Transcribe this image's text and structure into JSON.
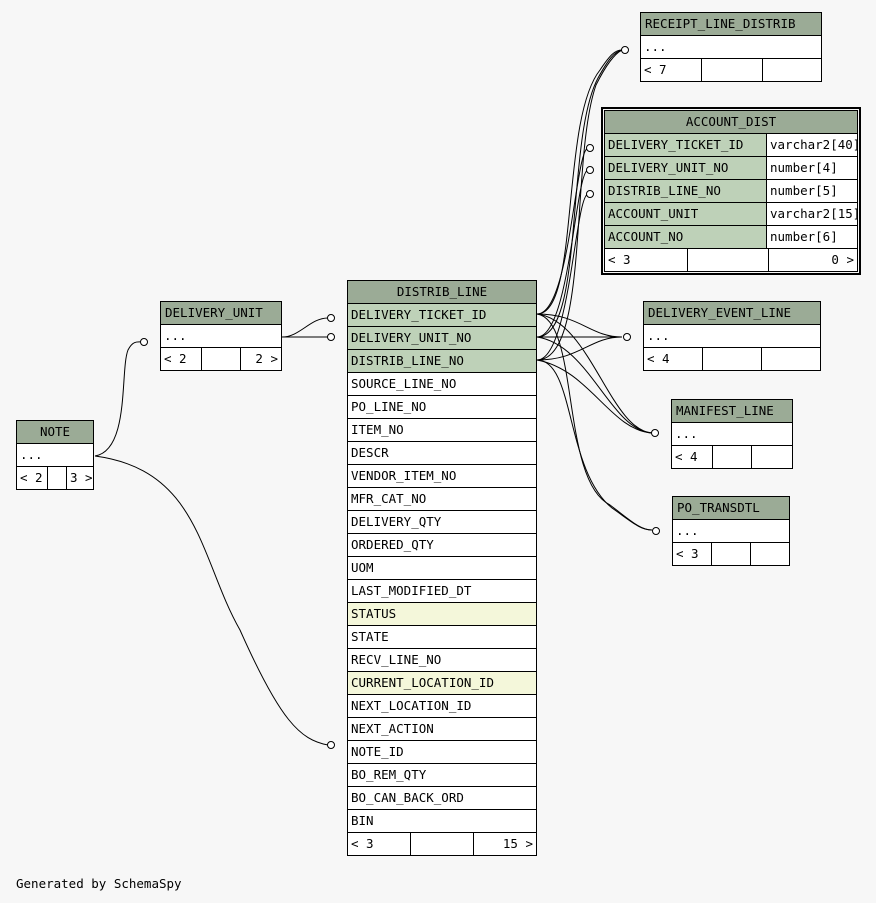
{
  "generated_by": "Generated by SchemaSpy",
  "tables": {
    "receipt_line_distrib": {
      "name": "RECEIPT_LINE_DISTRIB",
      "rows": [
        "..."
      ],
      "footer": [
        "< 7",
        "",
        ""
      ]
    },
    "account_dist": {
      "name": "ACCOUNT_DIST",
      "rows": [
        {
          "col": "DELIVERY_TICKET_ID",
          "type": "varchar2[40]"
        },
        {
          "col": "DELIVERY_UNIT_NO",
          "type": "number[4]"
        },
        {
          "col": "DISTRIB_LINE_NO",
          "type": "number[5]"
        },
        {
          "col": "ACCOUNT_UNIT",
          "type": "varchar2[15]"
        },
        {
          "col": "ACCOUNT_NO",
          "type": "number[6]"
        }
      ],
      "footer": [
        "< 3",
        "",
        "0 >"
      ]
    },
    "delivery_unit": {
      "name": "DELIVERY_UNIT",
      "rows": [
        "..."
      ],
      "footer": [
        "< 2",
        "",
        "2 >"
      ]
    },
    "distrib_line": {
      "name": "DISTRIB_LINE",
      "rows": [
        "DELIVERY_TICKET_ID",
        "DELIVERY_UNIT_NO",
        "DISTRIB_LINE_NO",
        "SOURCE_LINE_NO",
        "PO_LINE_NO",
        "ITEM_NO",
        "DESCR",
        "VENDOR_ITEM_NO",
        "MFR_CAT_NO",
        "DELIVERY_QTY",
        "ORDERED_QTY",
        "UOM",
        "LAST_MODIFIED_DT",
        "STATUS",
        "STATE",
        "RECV_LINE_NO",
        "CURRENT_LOCATION_ID",
        "NEXT_LOCATION_ID",
        "NEXT_ACTION",
        "NOTE_ID",
        "BO_REM_QTY",
        "BO_CAN_BACK_ORD",
        "BIN"
      ],
      "footer": [
        "< 3",
        "",
        "15 >"
      ]
    },
    "delivery_event_line": {
      "name": "DELIVERY_EVENT_LINE",
      "rows": [
        "..."
      ],
      "footer": [
        "< 4",
        "",
        ""
      ]
    },
    "manifest_line": {
      "name": "MANIFEST_LINE",
      "rows": [
        "..."
      ],
      "footer": [
        "< 4",
        "",
        ""
      ]
    },
    "po_transdtl": {
      "name": "PO_TRANSDTL",
      "rows": [
        "..."
      ],
      "footer": [
        "< 3",
        "",
        ""
      ]
    },
    "note": {
      "name": "NOTE",
      "rows": [
        "..."
      ],
      "footer": [
        "< 2",
        "",
        "3 >"
      ]
    }
  },
  "colors": {
    "header": "#9bab96",
    "key_row": "#bed1b8",
    "index_row": "#f4f7da",
    "background": "#f7f7f7"
  }
}
